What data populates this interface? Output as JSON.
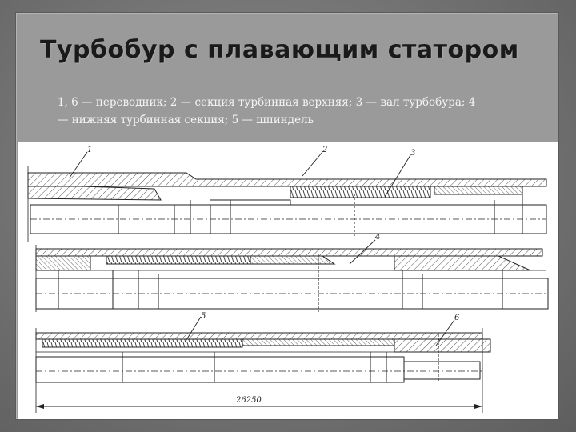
{
  "slide": {
    "title": "Турбобур с плавающим статором",
    "caption_line1": "1, 6 — переводник; 2 — секция турбинная верхняя; 3 — вал турбобура; 4",
    "caption_line2": "— нижняя турбинная секция; 5 — шпиндель"
  },
  "drawing": {
    "callouts": [
      "1",
      "2",
      "3",
      "4",
      "5",
      "6"
    ],
    "dimension_label": "26250"
  }
}
